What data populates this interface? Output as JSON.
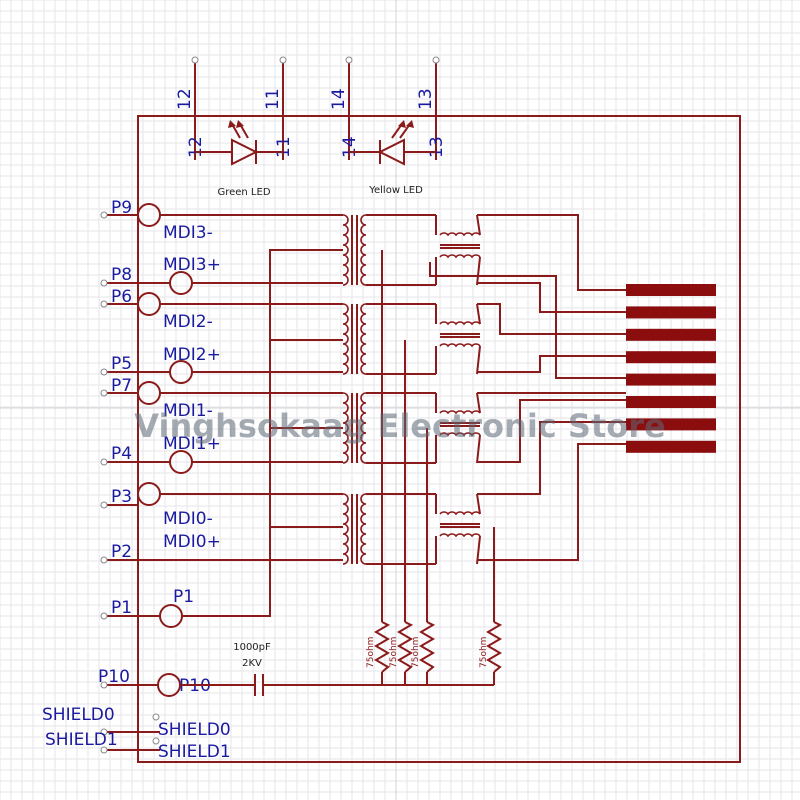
{
  "led_pins_top": [
    "12",
    "11",
    "14",
    "13"
  ],
  "led_pins_inner": [
    "12",
    "11",
    "14",
    "13"
  ],
  "leds": {
    "green": "Green LED",
    "yellow": "Yellow LED"
  },
  "left_pins": [
    "P9",
    "P8",
    "P6",
    "P5",
    "P7",
    "P4",
    "P3",
    "P2",
    "P1",
    "P10",
    "SHIELD0",
    "SHIELD1"
  ],
  "inner_labels": {
    "mdi3n": "MDI3-",
    "mdi3p": "MDI3+",
    "mdi2n": "MDI2-",
    "mdi2p": "MDI2+",
    "mdi1n": "MDI1-",
    "mdi1p": "MDI1+",
    "mdi0n": "MDI0-",
    "mdi0p": "MDI0+",
    "p1": "P1",
    "p10": "P10",
    "shield0": "SHIELD0",
    "shield1": "SHIELD1"
  },
  "capacitor": {
    "value": "1000pF",
    "voltage": "2KV"
  },
  "resistors": [
    "75ohm",
    "75ohm",
    "75ohm",
    "75ohm"
  ],
  "watermark": "Vinghsokaag Electronic Store",
  "colors": {
    "wire": "#8b1a1a",
    "label": "#1a1aa0",
    "pad": "#8b0d0d"
  }
}
